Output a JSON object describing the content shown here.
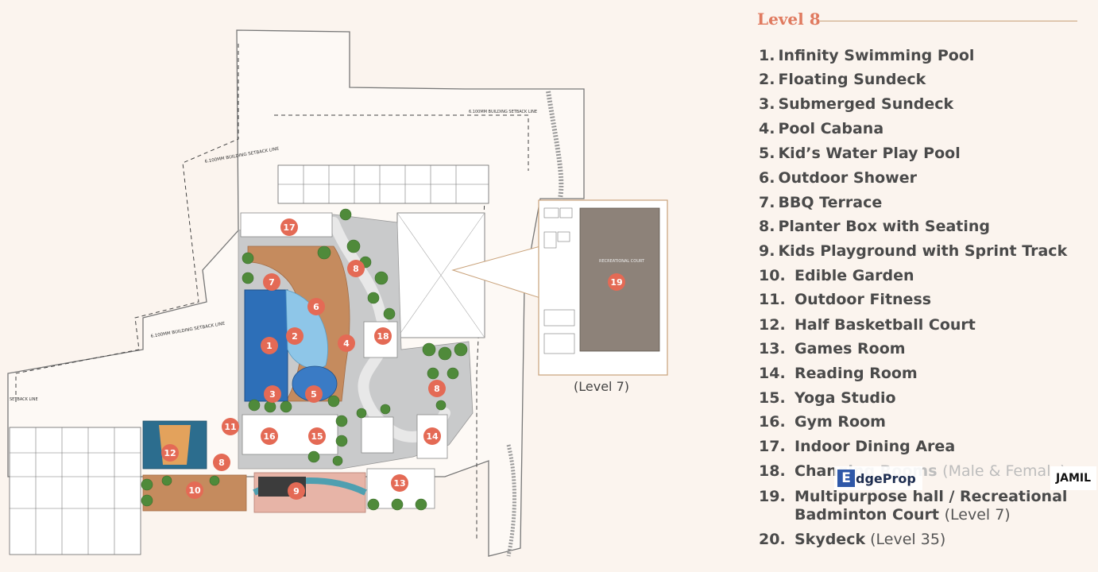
{
  "legend": {
    "title": "Level 8",
    "items": [
      {
        "num": "1.",
        "text": "Infinity Swimming Pool"
      },
      {
        "num": "2.",
        "text": "Floating Sundeck"
      },
      {
        "num": "3.",
        "text": "Submerged Sundeck"
      },
      {
        "num": "4.",
        "text": "Pool Cabana"
      },
      {
        "num": "5.",
        "text": "Kid’s Water Play Pool"
      },
      {
        "num": "6.",
        "text": "Outdoor Shower"
      },
      {
        "num": "7.",
        "text": "BBQ Terrace"
      },
      {
        "num": "8.",
        "text": "Planter Box with Seating"
      },
      {
        "num": "9.",
        "text": "Kids Playground with Sprint Track"
      },
      {
        "num": "10.",
        "text": "Edible Garden"
      },
      {
        "num": "11.",
        "text": "Outdoor Fitness"
      },
      {
        "num": "12.",
        "text": "Half Basketball Court"
      },
      {
        "num": "13.",
        "text": "Games Room"
      },
      {
        "num": "14.",
        "text": "Reading Room"
      },
      {
        "num": "15.",
        "text": "Yoga Studio"
      },
      {
        "num": "16.",
        "text": "Gym Room"
      },
      {
        "num": "17.",
        "text": "Indoor Dining Area"
      },
      {
        "num": "18.",
        "text": "Chan",
        "suffix": "(Male & Female)",
        "hidden_part": "ging Rooms"
      },
      {
        "num": "19.",
        "text": "Multipurpose hall / Recreational",
        "line2": "Badminton Court",
        "suffix": "(Level 7)"
      },
      {
        "num": "20.",
        "text": "Skydeck",
        "suffix": "(Level 35)"
      }
    ]
  },
  "plan": {
    "inset_caption": "(Level 7)",
    "inset_label": "RECREATIONAL COURT",
    "setback_label": "6.100MM BUILDING SETBACK LINE",
    "setback_label_short": "6.100MM BUILDING SETBACK LINE",
    "setback_label_left": "SETBACK LINE",
    "markers": [
      "1",
      "2",
      "3",
      "4",
      "5",
      "6",
      "7",
      "8",
      "8",
      "8",
      "9",
      "10",
      "11",
      "12",
      "13",
      "14",
      "15",
      "16",
      "17",
      "18",
      "19"
    ]
  },
  "watermark": {
    "brand_e": "E",
    "brand_rest": "dgeProp",
    "agent": "JAMIL"
  },
  "colors": {
    "accent": "#e07a5f",
    "marker": "#e46a55",
    "pool": "#3b7fc4",
    "deck": "#c9875a",
    "tree": "#4f8a3a",
    "paving": "#bfc0c0",
    "background": "#fbf4ee"
  }
}
